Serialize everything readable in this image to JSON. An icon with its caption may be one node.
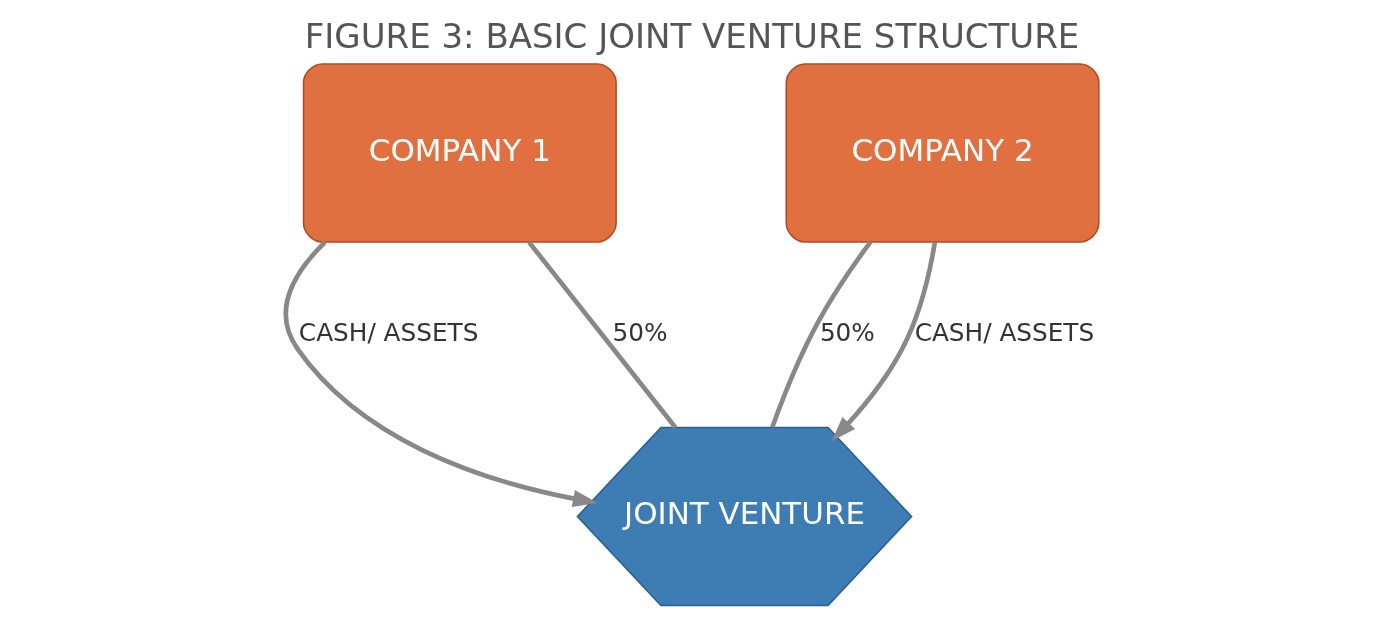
{
  "diagram": {
    "title": "FIGURE 3: BASIC JOINT VENTURE STRUCTURE",
    "nodes": [
      {
        "text": [
          "COMPANY 1"
        ]
      },
      {
        "text": [
          "COMPANY 2"
        ]
      },
      {
        "text": [
          "JOINT VENTURE"
        ]
      }
    ],
    "edges": [
      {
        "from": 0,
        "to": 2,
        "arrow": "to",
        "label": "CASH/ ASSETS"
      },
      {
        "from": 0,
        "to": 2,
        "arrow": "none",
        "label": "50%"
      },
      {
        "from": 1,
        "to": 2,
        "arrow": "none",
        "label": "50%"
      },
      {
        "from": 1,
        "to": 2,
        "arrow": "to",
        "label": "CASH/ ASSETS"
      }
    ]
  }
}
